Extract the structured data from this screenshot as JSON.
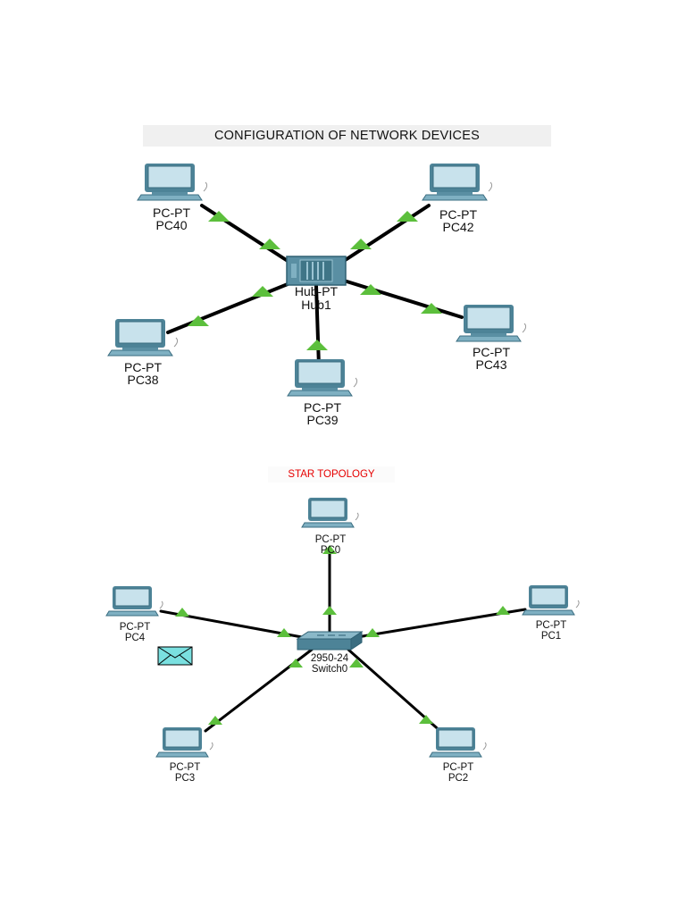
{
  "title": "CONFIGURATION OF NETWORK DEVICES",
  "subtitle": "STAR TOPOLOGY",
  "hub_diagram": {
    "hub": {
      "type": "Hub-PT",
      "name": "Hub1"
    },
    "pcs": [
      {
        "type": "PC-PT",
        "name": "PC40"
      },
      {
        "type": "PC-PT",
        "name": "PC42"
      },
      {
        "type": "PC-PT",
        "name": "PC38"
      },
      {
        "type": "PC-PT",
        "name": "PC39"
      },
      {
        "type": "PC-PT",
        "name": "PC43"
      }
    ]
  },
  "switch_diagram": {
    "switch": {
      "type": "2950-24",
      "name": "Switch0"
    },
    "pcs": [
      {
        "type": "PC-PT",
        "name": "PC0"
      },
      {
        "type": "PC-PT",
        "name": "PC4"
      },
      {
        "type": "PC-PT",
        "name": "PC1"
      },
      {
        "type": "PC-PT",
        "name": "PC3"
      },
      {
        "type": "PC-PT",
        "name": "PC2"
      }
    ]
  },
  "colors": {
    "link": "#000000",
    "link_up_indicator": "#5cbf3c",
    "subtitle": "#e60000",
    "device_body": "#5a8fa3",
    "device_screen": "#c5e0ea",
    "pdu_envelope": "#7ae0e0"
  },
  "icons": {
    "pc": "desktop-pc-icon",
    "hub": "hub-icon",
    "switch": "switch-icon",
    "pdu": "envelope-icon"
  }
}
